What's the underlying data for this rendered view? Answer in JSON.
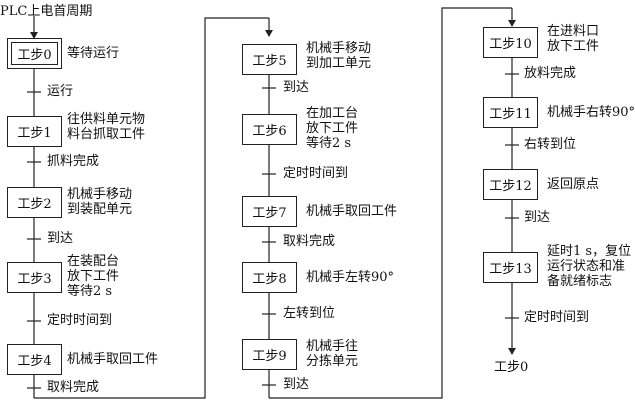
{
  "start_label": "PLC上电首周期",
  "end_label": "工步0",
  "steps": [
    {
      "label": "工步0",
      "action": "等待运行"
    },
    {
      "label": "工步1",
      "action": "往供料单元物\n料台抓取工件"
    },
    {
      "label": "工步2",
      "action": "机械手移动\n到装配单元"
    },
    {
      "label": "工步3",
      "action": "在装配台\n放下工件\n等待2 s"
    },
    {
      "label": "工步4",
      "action": "机械手取回工件"
    },
    {
      "label": "工步5",
      "action": "机械手移动\n到加工单元"
    },
    {
      "label": "工步6",
      "action": "在加工台\n放下工件\n等待2 s"
    },
    {
      "label": "工步7",
      "action": "机械手取回工件"
    },
    {
      "label": "工步8",
      "action": "机械手左转90°"
    },
    {
      "label": "工步9",
      "action": "机械手往\n分拣单元"
    },
    {
      "label": "工步10",
      "action": "在进料口\n放下工件"
    },
    {
      "label": "工步11",
      "action": "机械手右转90°"
    },
    {
      "label": "工步12",
      "action": "返回原点"
    },
    {
      "label": "工步13",
      "action": "延时1 s，复位\n运行状态和准\n备就绪标志"
    }
  ],
  "conditions": [
    "运行",
    "抓料完成",
    "到达",
    "定时时间到",
    "取料完成",
    "到达",
    "定时时间到",
    "取料完成",
    "左转到位",
    "到达",
    "放料完成",
    "右转到位",
    "到达",
    "定时时间到"
  ]
}
